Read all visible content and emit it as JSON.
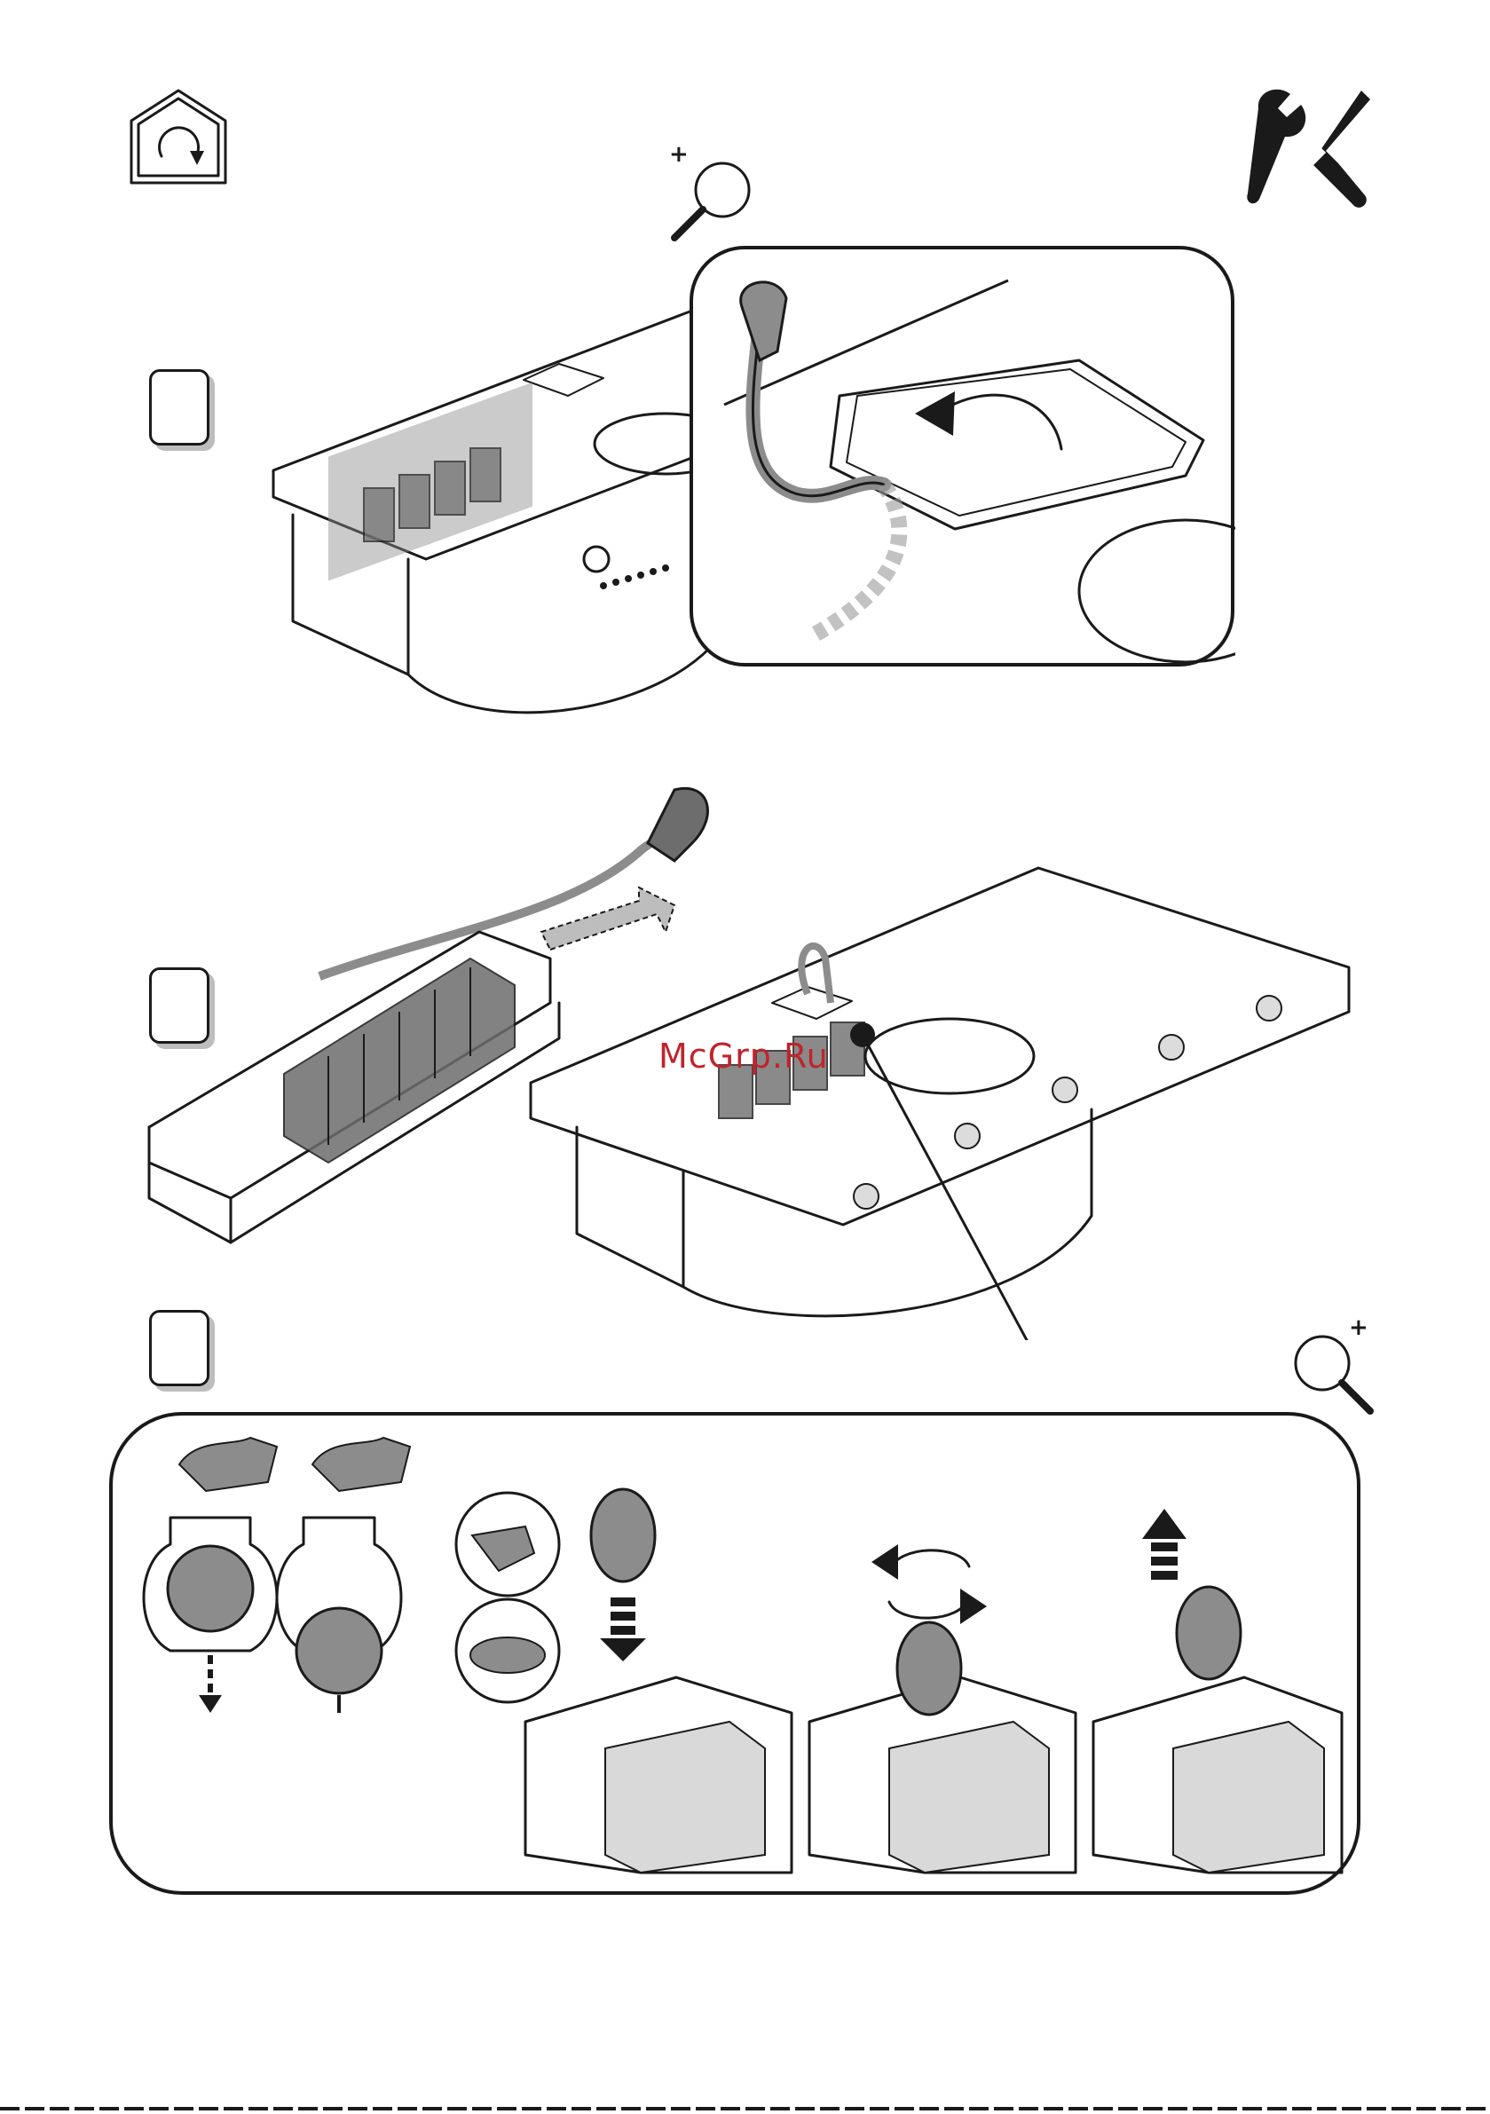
{
  "header": {
    "service_icon": "house-rotate-icon",
    "tools_icon": "wrench-screwdriver-icon",
    "zoom_icon": "magnifier-plus-icon",
    "zoom_sign": "+"
  },
  "steps": [
    {
      "label": ""
    },
    {
      "label": ""
    },
    {
      "label": ""
    }
  ],
  "figures": {
    "step1": "cooktop-hood-filter-cord-pull-illustration",
    "step2": "filter-cartridge-removal-illustration",
    "step3": "filter-cap-exchange-detail-panel"
  },
  "watermark": {
    "text": "McGrp.Ru",
    "color": "#c0242b"
  },
  "colors": {
    "ink": "#1a1a1a",
    "fill_gray": "#8c8c8c",
    "light_gray": "#d9d9d9"
  }
}
